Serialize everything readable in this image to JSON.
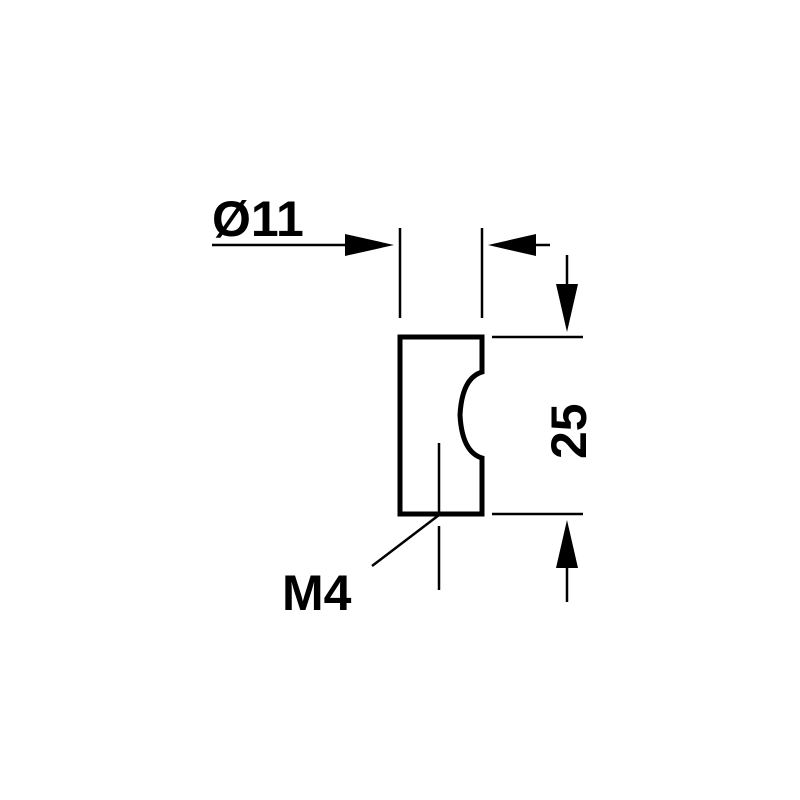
{
  "drawing": {
    "diameter_label": "Ø11",
    "height_label": "25",
    "thread_label": "M4",
    "line_color": "#000000",
    "background_color": "#ffffff"
  }
}
